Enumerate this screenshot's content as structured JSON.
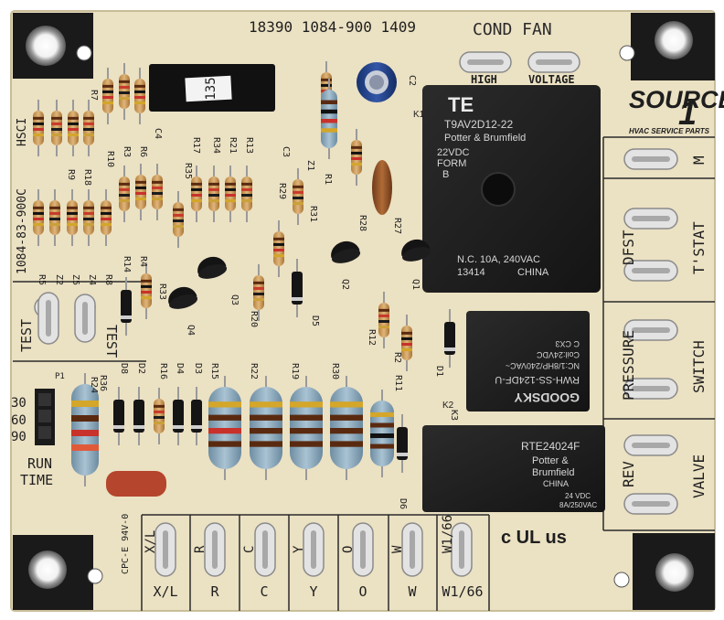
{
  "board": {
    "part_number": "18390 1084-900  1409",
    "side_number": "1084-83-900C",
    "hsci": "HSCI",
    "pc_mark": "CPC-E 94V-0"
  },
  "top_labels": {
    "cond_fan": "COND  FAN",
    "high": "HIGH",
    "voltage": "VOLTAGE"
  },
  "brand": {
    "name": "SOURCE",
    "tagline": "HVAC SERVICE PARTS",
    "numeral": "1"
  },
  "relay_main": {
    "brand": "TE",
    "model": "T9AV2D12-22",
    "maker": "Potter & Brumfield",
    "coil": "22VDC",
    "form": "FORM",
    "form_type": "B",
    "rating": "N.C. 10A, 240VAC",
    "lot": "13414",
    "origin": "CHINA",
    "ref": "K1"
  },
  "relay_mid": {
    "brand": "GOODSKY",
    "model": "RWH-SS-124DF-U",
    "line1": "NC:1/8HP/240VAC~",
    "line2": "Coil:24VDC",
    "line3": "C   CX3",
    "ref": "K2"
  },
  "relay_small": {
    "model": "RTE24024F",
    "maker": "Potter &",
    "maker2": "Brumfield",
    "origin": "CHINA",
    "coil": "24 VDC",
    "rating": "8A/250VAC"
  },
  "terminals_right": {
    "m": "M",
    "dfst": "DFST",
    "tstat": "T'STAT",
    "pressure": "PRESSURE",
    "switch": "SWITCH",
    "rev": "REV",
    "valve": "VALVE"
  },
  "terminals_left": {
    "test1": "TEST",
    "test2": "TEST"
  },
  "run_time": {
    "options": [
      "30",
      "60",
      "90"
    ],
    "label": "RUN TIME",
    "jumper": "P1"
  },
  "bottom_terminals": [
    "X/L",
    "R",
    "C",
    "Y",
    "O",
    "W",
    "W1/66"
  ],
  "ul_mark": "c UL us",
  "chip_label": "135",
  "refdes": [
    "R7",
    "R10",
    "R3",
    "R6",
    "C4",
    "R17",
    "R34",
    "R21",
    "R13",
    "C3",
    "Z1",
    "R1",
    "C2",
    "R9",
    "R18",
    "R35",
    "R29",
    "R31",
    "R28",
    "R27",
    "R5",
    "Z2",
    "Z5",
    "Z4",
    "R8",
    "R14",
    "R4",
    "R33",
    "Q3",
    "Q4",
    "R20",
    "D5",
    "Q2",
    "Q1",
    "R12",
    "R2",
    "D1",
    "K3",
    "R36",
    "D8",
    "D2",
    "R16",
    "D4",
    "D3",
    "R15",
    "R22",
    "R19",
    "R30",
    "R11",
    "D6",
    "R24"
  ]
}
